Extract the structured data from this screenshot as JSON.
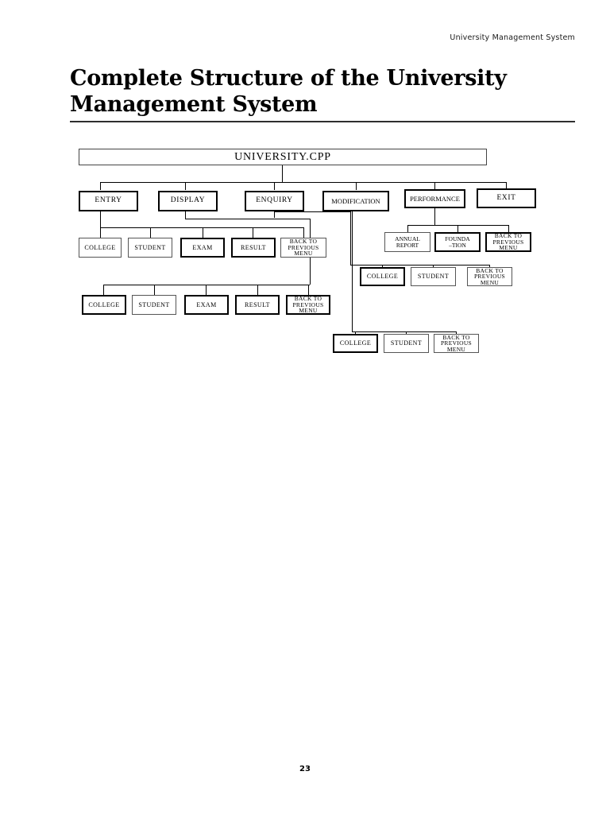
{
  "header": {
    "running_head": "University Management System"
  },
  "title": {
    "line1": "Complete Structure of the University",
    "line2": "Management System"
  },
  "footer": {
    "page_number": "23"
  },
  "chart_data": {
    "type": "diagram",
    "diagram_type": "hierarchy-tree",
    "title": "Complete Structure of the University Management System",
    "root": "UNIVERSITY.CPP",
    "nodes": {
      "root": "UNIVERSITY.CPP",
      "entry": "ENTRY",
      "display": "DISPLAY",
      "enquiry": "ENQUIRY",
      "modification": "MODIFICATION",
      "performance": "PERFORMANCE",
      "exit": "EXIT",
      "entry_college": "COLLEGE",
      "entry_student": "STUDENT",
      "entry_exam": "EXAM",
      "entry_result": "RESULT",
      "entry_back": "BACK TO\nPREVIOUS\nMENU",
      "display_college": "COLLEGE",
      "display_student": "STUDENT",
      "display_exam": "EXAM",
      "display_result": "RESULT",
      "display_back": "BACK TO\nPREVIOUS\nMENU",
      "perf_annual": "ANNUAL\nREPORT",
      "perf_foundation": "FOUNDA\n–TION",
      "perf_back": "BACK TO\nPREVIOUS\nMENU",
      "enq_college": "COLLEGE",
      "enq_student": "STUDENT",
      "enq_back": "BACK TO\nPREVIOUS\nMENU",
      "mod_college": "COLLEGE",
      "mod_student": "STUDENT",
      "mod_back": "BACK TO\nPREVIOUS\nMENU"
    },
    "edges": [
      [
        "root",
        "entry"
      ],
      [
        "root",
        "display"
      ],
      [
        "root",
        "enquiry"
      ],
      [
        "root",
        "modification"
      ],
      [
        "root",
        "performance"
      ],
      [
        "root",
        "exit"
      ],
      [
        "entry",
        "entry_college"
      ],
      [
        "entry",
        "entry_student"
      ],
      [
        "entry",
        "entry_exam"
      ],
      [
        "entry",
        "entry_result"
      ],
      [
        "entry",
        "entry_back"
      ],
      [
        "display",
        "display_college"
      ],
      [
        "display",
        "display_student"
      ],
      [
        "display",
        "display_exam"
      ],
      [
        "display",
        "display_result"
      ],
      [
        "display",
        "display_back"
      ],
      [
        "performance",
        "perf_annual"
      ],
      [
        "performance",
        "perf_foundation"
      ],
      [
        "performance",
        "perf_back"
      ],
      [
        "enquiry",
        "enq_college"
      ],
      [
        "enquiry",
        "enq_student"
      ],
      [
        "enquiry",
        "enq_back"
      ],
      [
        "modification",
        "mod_college"
      ],
      [
        "modification",
        "mod_student"
      ],
      [
        "modification",
        "mod_back"
      ]
    ]
  }
}
